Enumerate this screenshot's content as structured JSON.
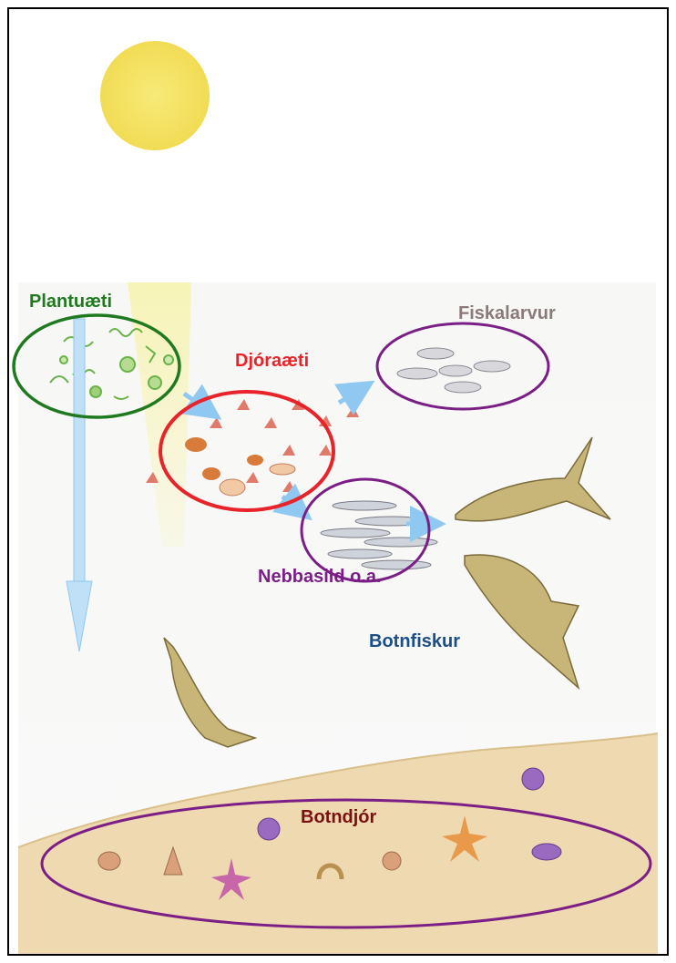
{
  "labels": {
    "plantuaeti": "Plantuæti",
    "djoraeti": "Djóraæti",
    "fiskalarvur": "Fiskalarvur",
    "nebbasild": "Nebbasild o.a.",
    "botnfiskur": "Botnfiskur",
    "botndjor": "Botndjór"
  },
  "colors": {
    "plantuaeti": "#1f7a1f",
    "djoraeti": "#e8232a",
    "fiskalarvur": "#8a7a7a",
    "nebbasild": "#7b1f86",
    "botnfiskur": "#1d4e86",
    "botndjor": "#7a1010",
    "arrow": "#8fc8f0",
    "sun": "#f5e66a",
    "seabed": "#efd9b0"
  },
  "icons": [
    "sun-icon",
    "phytoplankton-icon",
    "zooplankton-icon",
    "fish-larvae-icon",
    "sandeel-icon",
    "cod-icon",
    "starfish-icon",
    "shell-icon",
    "sea-urchin-icon",
    "worm-icon"
  ]
}
